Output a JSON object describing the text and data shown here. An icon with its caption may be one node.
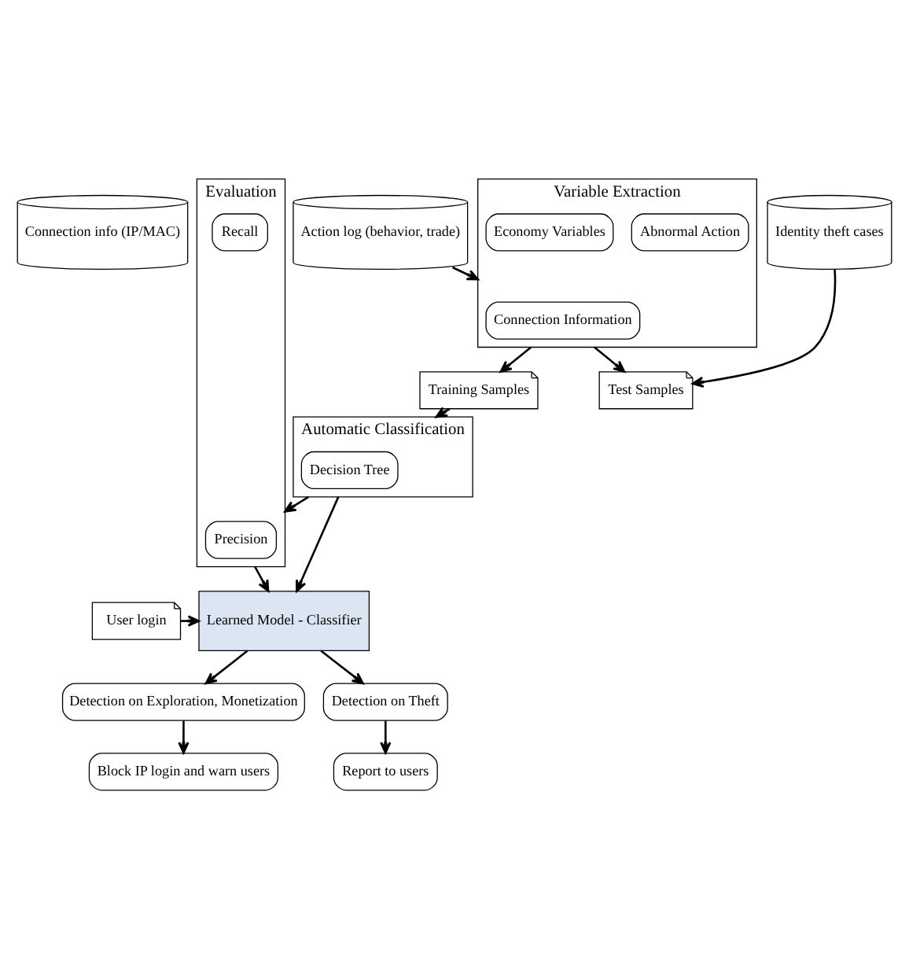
{
  "diagram": {
    "nodes": [
      {
        "text": [
          "Connection info (IP/MAC)"
        ]
      },
      {
        "text": [
          "Action log (behavior, trade)"
        ]
      },
      {
        "text": [
          "Identity theft cases"
        ]
      },
      {
        "text": [
          "Variable Extraction"
        ]
      },
      {
        "text": [
          "Connection Information"
        ],
        "in": 3
      },
      {
        "text": [
          "Abnormal Action"
        ],
        "in": 3
      },
      {
        "text": [
          "Economy Variables"
        ],
        "in": 3
      },
      {
        "text": [
          "Test Samples"
        ]
      },
      {
        "text": [
          "Training Samples"
        ]
      },
      {
        "text": [
          "Automatic Classification"
        ]
      },
      {
        "text": [
          "Decision Tree"
        ],
        "in": 9
      },
      {
        "text": [
          "Evaluation"
        ]
      },
      {
        "text": [
          "Precision"
        ],
        "in": 11
      },
      {
        "text": [
          "Recall"
        ],
        "in": 11
      },
      {
        "text": [
          "User login"
        ]
      },
      {
        "text": [
          "Learned Model - Classifier"
        ]
      },
      {
        "text": [
          "Detection on Exploration, Monetization"
        ]
      },
      {
        "text": [
          "Detection on Theft"
        ]
      },
      {
        "text": [
          "Block IP login and warn users"
        ]
      },
      {
        "text": [
          "Report to users"
        ]
      }
    ],
    "edges": [
      {
        "from": 1,
        "to": 3,
        "arrow": "to"
      },
      {
        "from": 2,
        "to": 7,
        "arrow": "to"
      },
      {
        "from": 3,
        "to": 7,
        "arrow": "to"
      },
      {
        "from": 3,
        "to": 8,
        "arrow": "to"
      },
      {
        "from": 8,
        "to": 9,
        "arrow": "to"
      },
      {
        "from": 9,
        "to": 11,
        "arrow": "to"
      },
      {
        "from": 9,
        "to": 15,
        "arrow": "to"
      },
      {
        "from": 11,
        "to": 15,
        "arrow": "to"
      },
      {
        "from": 14,
        "to": 15,
        "arrow": "to"
      },
      {
        "from": 15,
        "to": 16,
        "arrow": "to"
      },
      {
        "from": 15,
        "to": 17,
        "arrow": "to"
      },
      {
        "from": 16,
        "to": 18,
        "arrow": "to"
      },
      {
        "from": 17,
        "to": 19,
        "arrow": "to"
      }
    ]
  }
}
